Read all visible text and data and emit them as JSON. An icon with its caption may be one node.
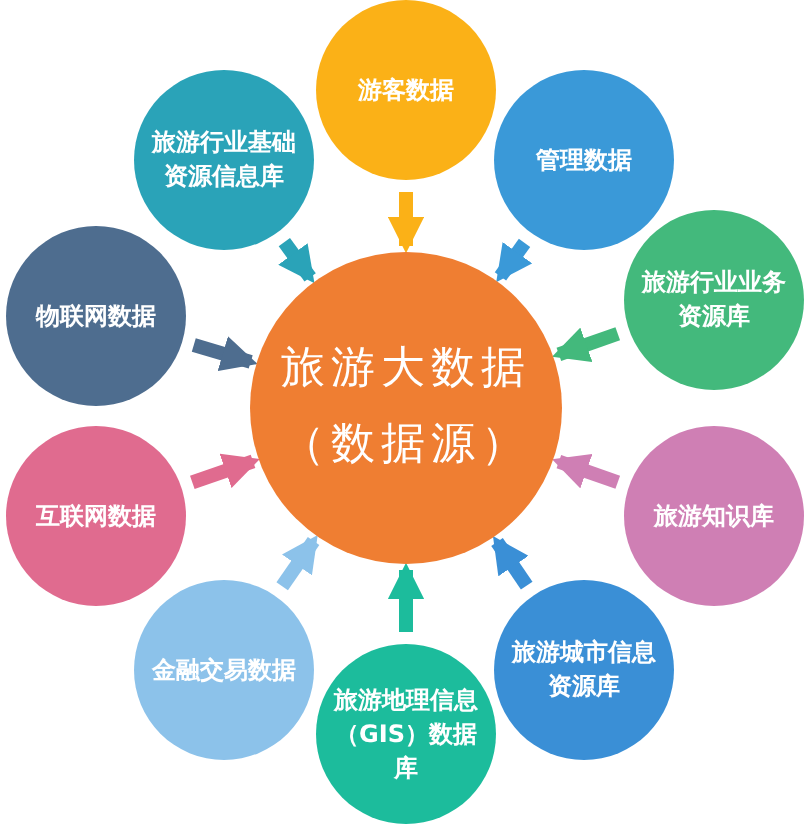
{
  "diagram": {
    "nodes": [
      {
        "text": [
          "旅游大数据",
          "（数据源）"
        ]
      },
      {
        "text": [
          "游客数据"
        ]
      },
      {
        "text": [
          "管理数据"
        ]
      },
      {
        "text": [
          "旅游行业业务资源库"
        ]
      },
      {
        "text": [
          "旅游知识库"
        ]
      },
      {
        "text": [
          "旅游城市信息资源库"
        ]
      },
      {
        "text": [
          "旅游地理信息（GIS）数据库"
        ]
      },
      {
        "text": [
          "金融交易数据"
        ]
      },
      {
        "text": [
          "互联网数据"
        ]
      },
      {
        "text": [
          "物联网数据"
        ]
      },
      {
        "text": [
          "旅游行业基础资源信息库"
        ]
      }
    ],
    "edges": [
      {
        "from": 1,
        "to": 0,
        "arrow": "to",
        "color": "#fbb117"
      },
      {
        "from": 2,
        "to": 0,
        "arrow": "to",
        "color": "#3a99d8"
      },
      {
        "from": 3,
        "to": 0,
        "arrow": "to",
        "color": "#43b97c"
      },
      {
        "from": 4,
        "to": 0,
        "arrow": "to",
        "color": "#cf7fb4"
      },
      {
        "from": 5,
        "to": 0,
        "arrow": "to",
        "color": "#3a8fd6"
      },
      {
        "from": 6,
        "to": 0,
        "arrow": "to",
        "color": "#1cbc9c"
      },
      {
        "from": 7,
        "to": 0,
        "arrow": "to",
        "color": "#8cc2ea"
      },
      {
        "from": 8,
        "to": 0,
        "arrow": "to",
        "color": "#e06b8f"
      },
      {
        "from": 9,
        "to": 0,
        "arrow": "to",
        "color": "#4e6d8f"
      },
      {
        "from": 10,
        "to": 0,
        "arrow": "to",
        "color": "#2aa3b8"
      }
    ]
  }
}
